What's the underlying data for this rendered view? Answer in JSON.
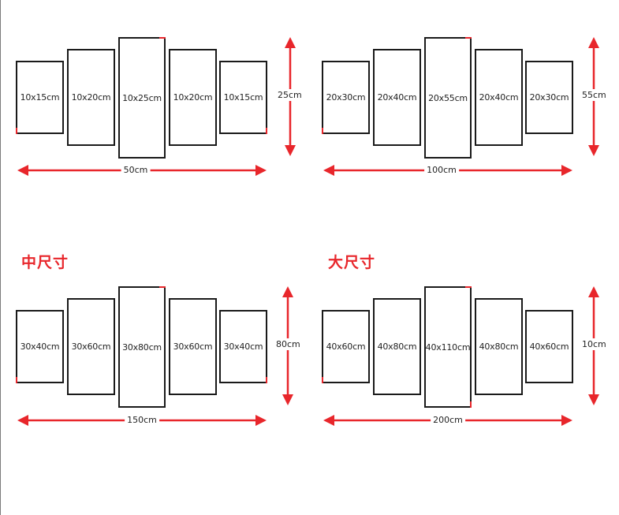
{
  "colors": {
    "arrow": "#e8262b",
    "frame": "#1a1a1a",
    "title": "#e8262b"
  },
  "layouts": [
    {
      "title": "",
      "panels": [
        "10x15cm",
        "10x20cm",
        "10x25cm",
        "10x20cm",
        "10x15cm"
      ],
      "width_label": "50cm",
      "height_label": "25cm"
    },
    {
      "title": "",
      "panels": [
        "20x30cm",
        "20x40cm",
        "20x55cm",
        "20x40cm",
        "20x30cm"
      ],
      "width_label": "100cm",
      "height_label": "55cm"
    },
    {
      "title": "中尺寸",
      "panels": [
        "30x40cm",
        "30x60cm",
        "30x80cm",
        "30x60cm",
        "30x40cm"
      ],
      "width_label": "150cm",
      "height_label": "80cm"
    },
    {
      "title": "大尺寸",
      "panels": [
        "40x60cm",
        "40x80cm",
        "40x110cm",
        "40x80cm",
        "40x60cm"
      ],
      "width_label": "200cm",
      "height_label": "10cm"
    }
  ]
}
